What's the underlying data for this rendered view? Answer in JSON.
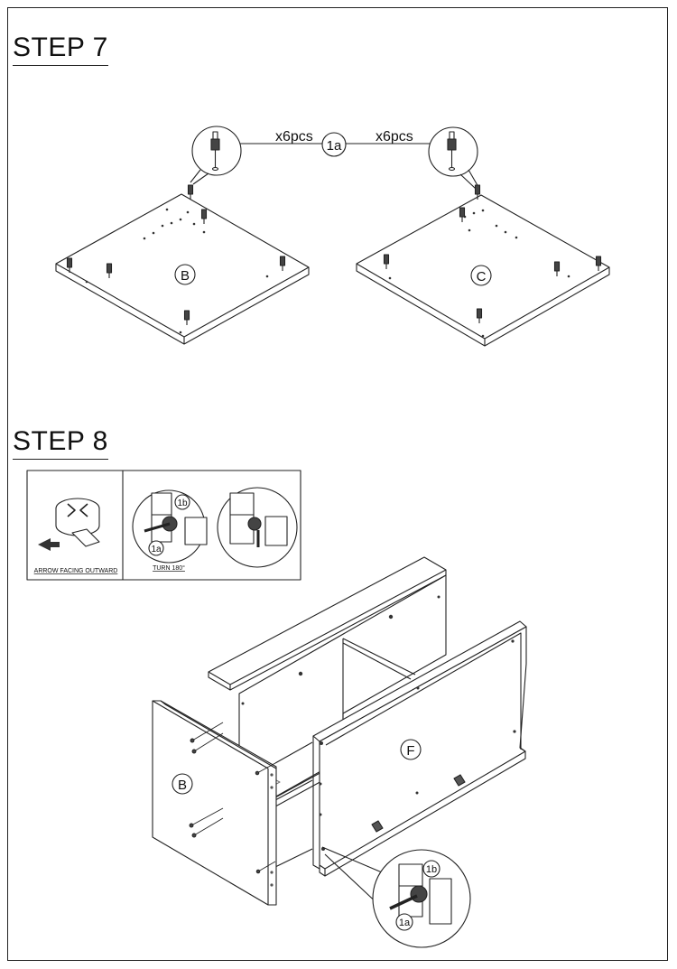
{
  "step7": {
    "title": "STEP 7",
    "qty_left": "x6pcs",
    "qty_right": "x6pcs",
    "part_callout": "1a",
    "panel_left": "B",
    "panel_right": "C"
  },
  "step8": {
    "title": "STEP 8",
    "inset_caption": "ARROW FACING OUTWARD",
    "turn_label": "TURN 180°",
    "part_1a": "1a",
    "part_1b": "1b",
    "panel_side": "B",
    "panel_front": "F"
  }
}
